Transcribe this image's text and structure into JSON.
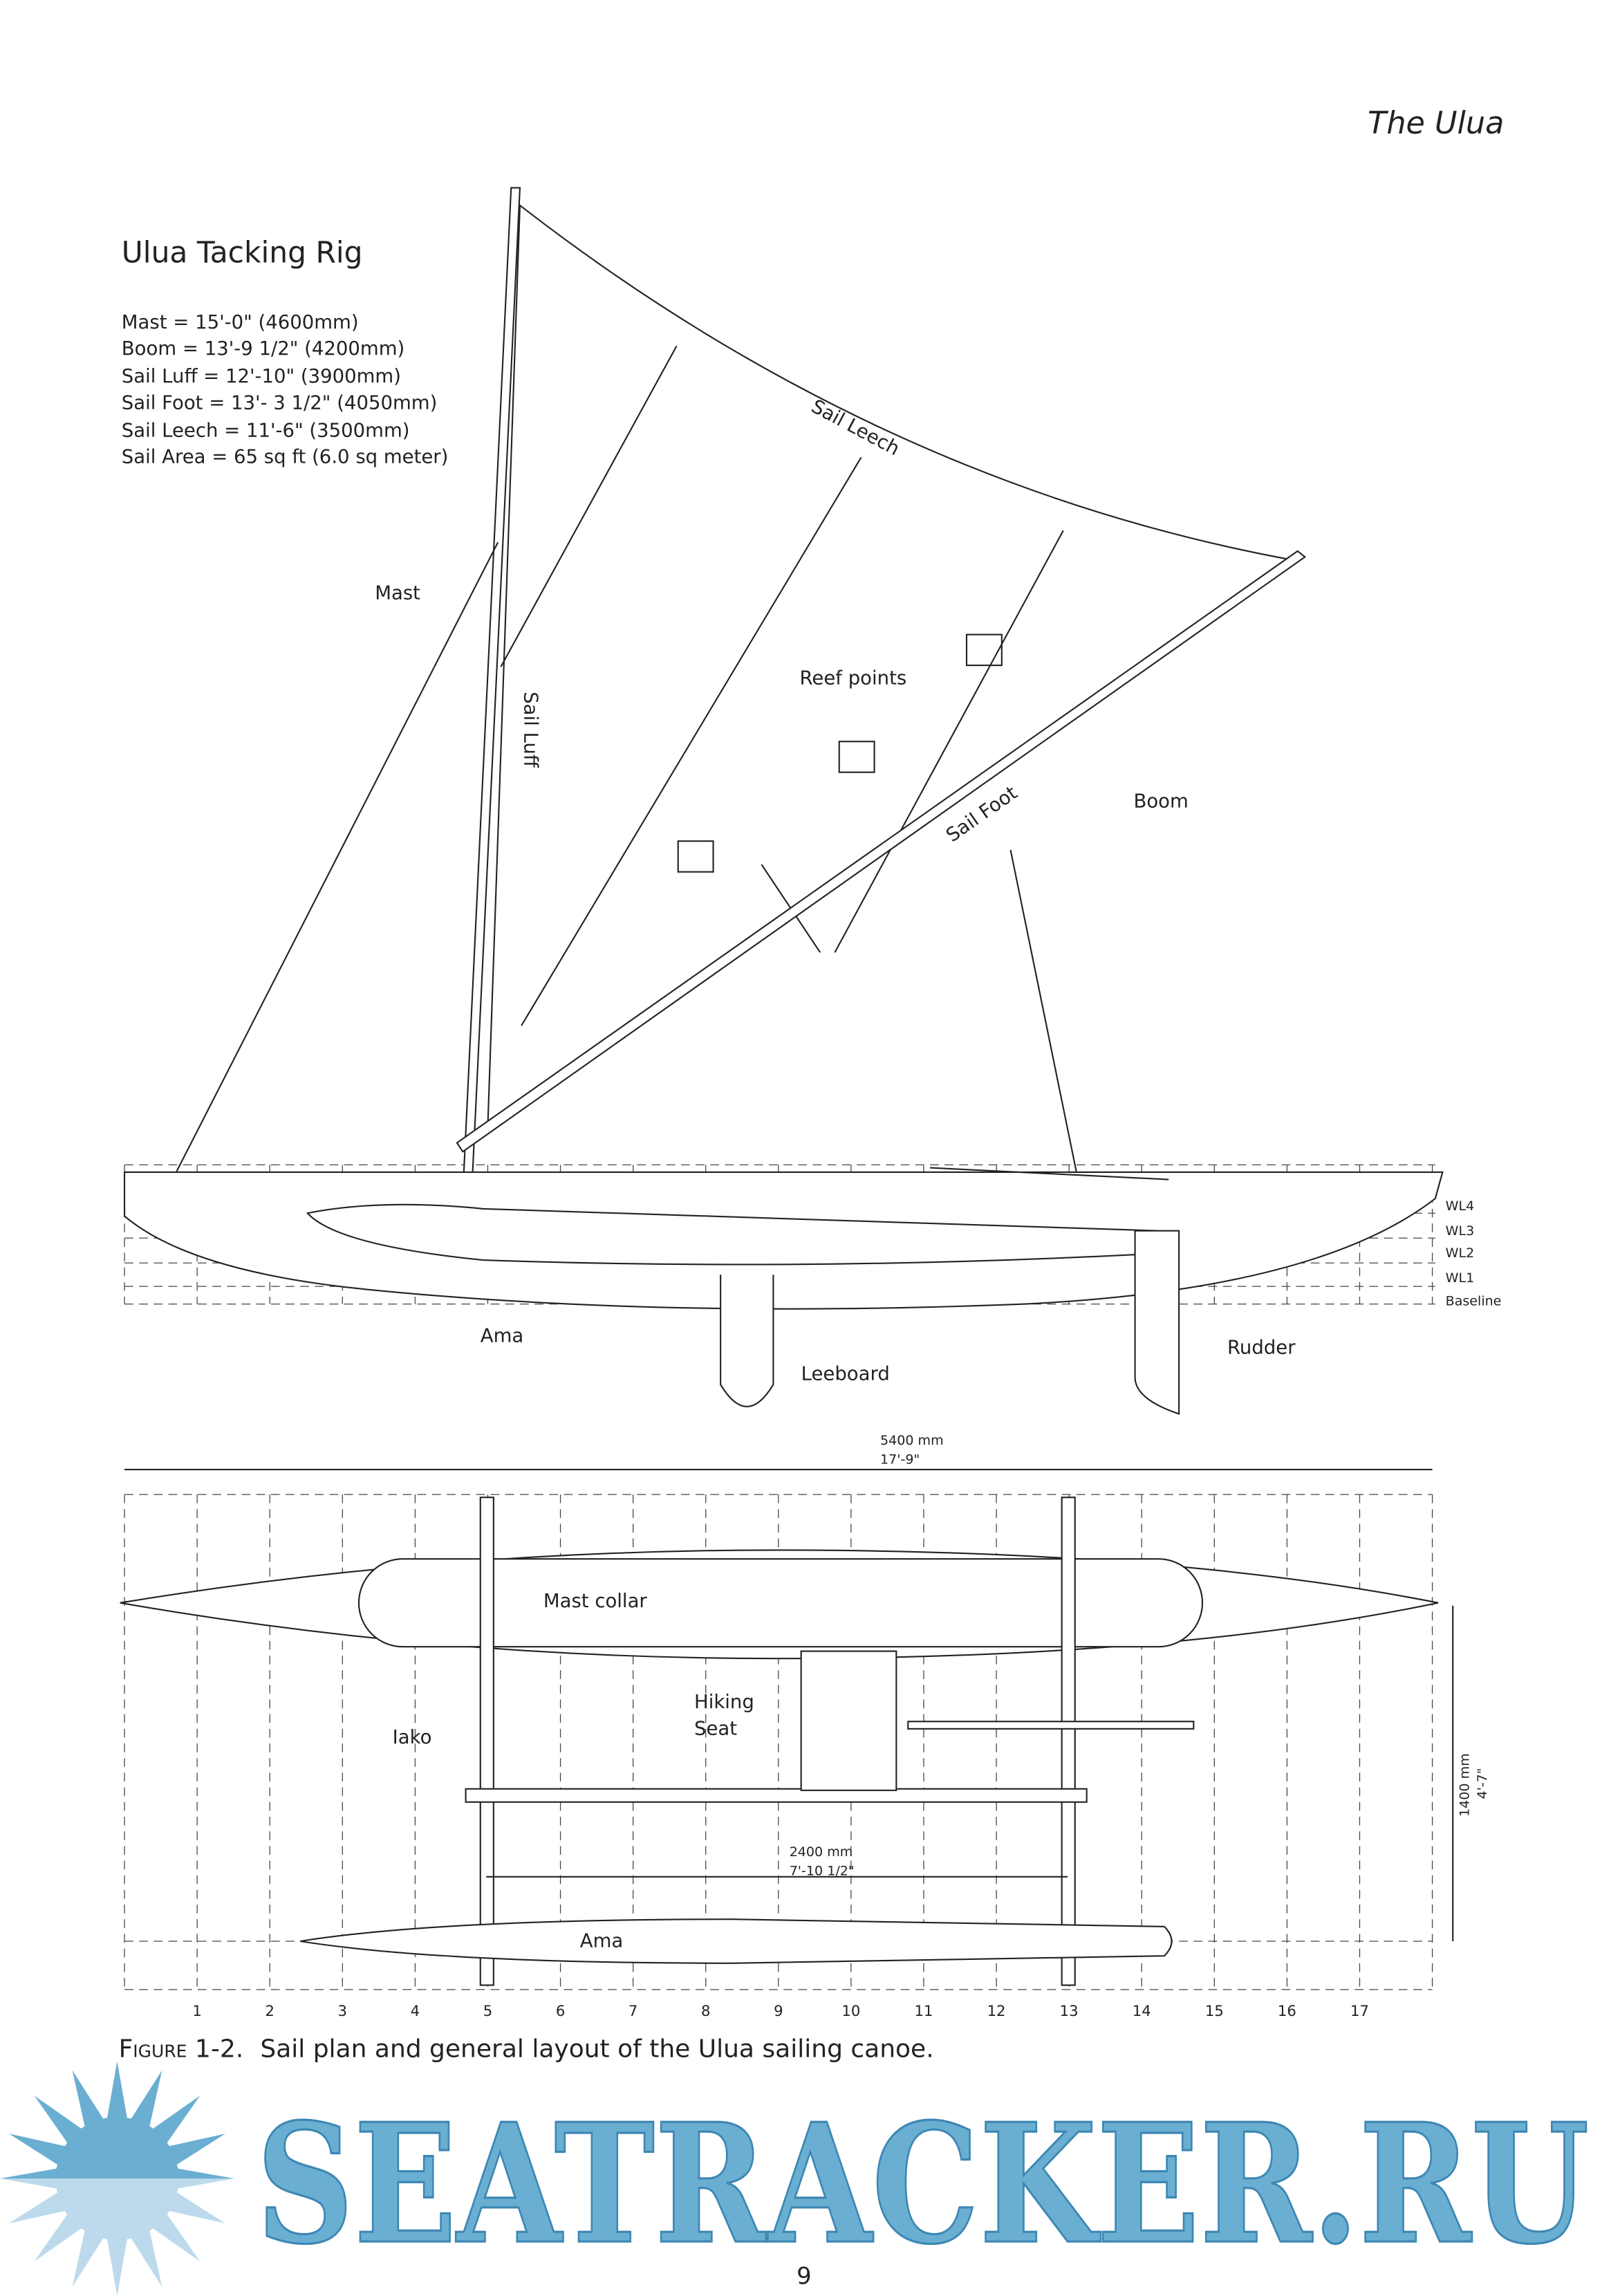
{
  "header": {
    "running_title": "The Ulua"
  },
  "rig": {
    "title": "Ulua Tacking Rig",
    "specs": [
      "Mast = 15'-0\" (4600mm)",
      "Boom = 13'-9 1/2\"  (4200mm)",
      "Sail Luff = 12'-10\" (3900mm)",
      "Sail Foot = 13'- 3 1/2\" (4050mm)",
      "Sail Leech = 11'-6\" (3500mm)",
      "Sail Area = 65 sq ft (6.0 sq meter)"
    ]
  },
  "profile_labels": {
    "mast": "Mast",
    "sail_leech": "Sail Leech",
    "sail_luff": "Sail Luff",
    "reef_points": "Reef points",
    "sail_foot": "Sail Foot",
    "boom": "Boom",
    "ama": "Ama",
    "leeboard": "Leeboard",
    "rudder": "Rudder",
    "waterlines": [
      "WL4",
      "WL3",
      "WL2",
      "WL1",
      "Baseline"
    ]
  },
  "plan": {
    "length_mm": "5400 mm",
    "length_ft": "17'-9\"",
    "mast_collar": "Mast collar",
    "hiking_seat_1": "Hiking",
    "hiking_seat_2": "Seat",
    "iako": "Iako",
    "spacing_mm": "2400 mm",
    "spacing_ft": "7'-10 1/2\"",
    "ama": "Ama",
    "beam_mm": "1400 mm",
    "beam_ft": "4'-7\"",
    "stations": [
      "1",
      "2",
      "3",
      "4",
      "5",
      "6",
      "7",
      "8",
      "9",
      "10",
      "11",
      "12",
      "13",
      "14",
      "15",
      "16",
      "17"
    ]
  },
  "caption": {
    "figure": "Figure 1-2.",
    "text": "Sail plan and general layout of the Ulua sailing canoe."
  },
  "page_number": "9",
  "watermark": {
    "text": "SEATRACKER.RU",
    "color": "#6aaed2"
  }
}
